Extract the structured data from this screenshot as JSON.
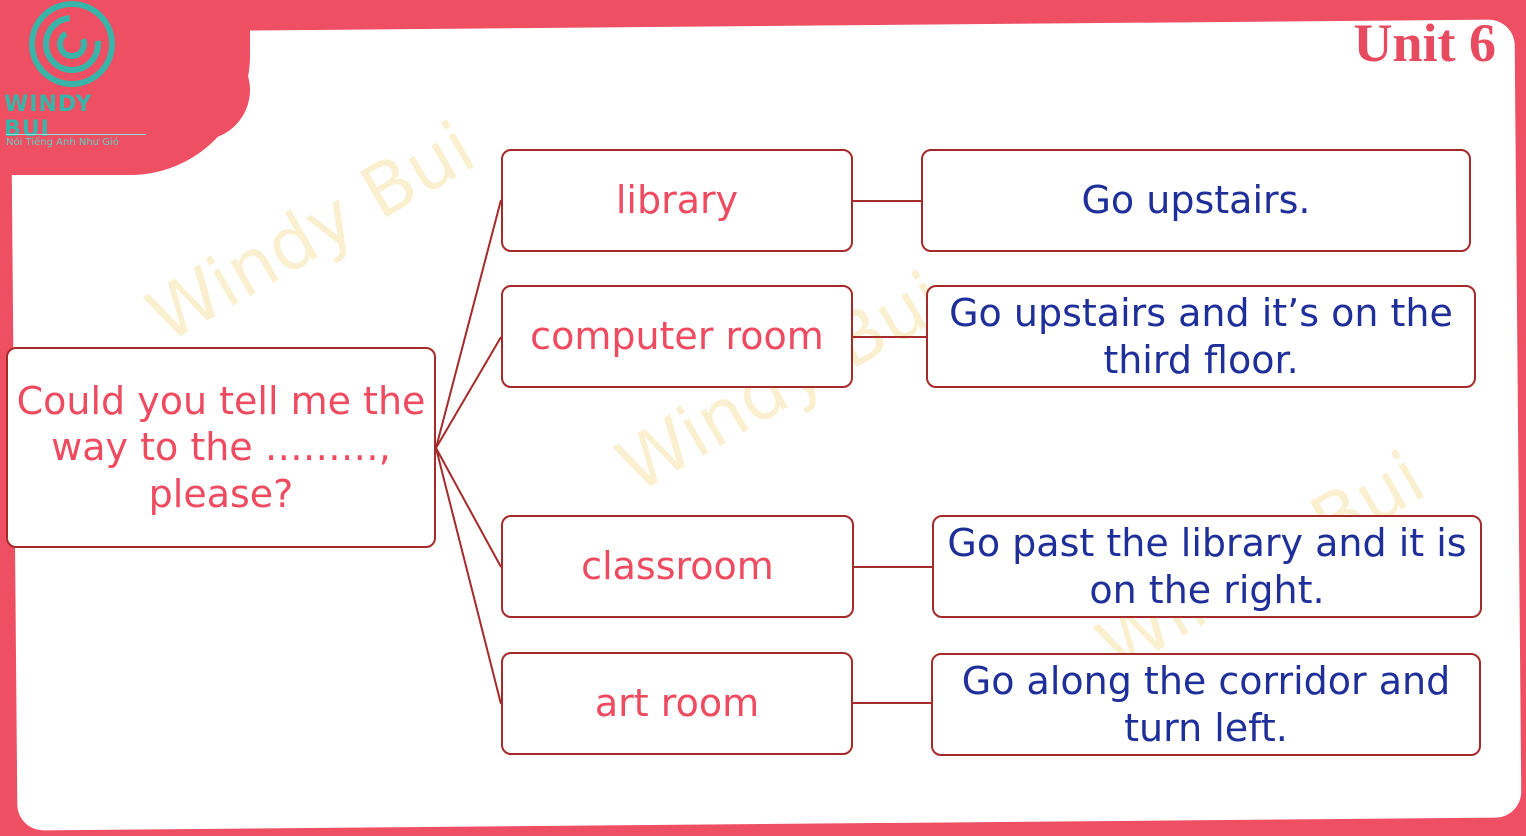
{
  "logo": {
    "name": "WINDY BUI",
    "tagline": "Nói Tiếng Anh Như Gió"
  },
  "unit_title": "Unit 6",
  "watermark": "Windy Bui",
  "question": "Could you tell me the way to the ………, please?",
  "places": [
    "library",
    "computer room",
    "classroom",
    "art room"
  ],
  "directions": [
    "Go upstairs.",
    "Go upstairs and it’s on the third floor.",
    "Go past the library and it is on the right.",
    "Go along the corridor and turn left."
  ],
  "colors": {
    "background": "#ee4f62",
    "border": "#a52a2a",
    "place_text": "#ef4b60",
    "direction_text": "#1f2f9a",
    "logo": "#38b4a8"
  }
}
